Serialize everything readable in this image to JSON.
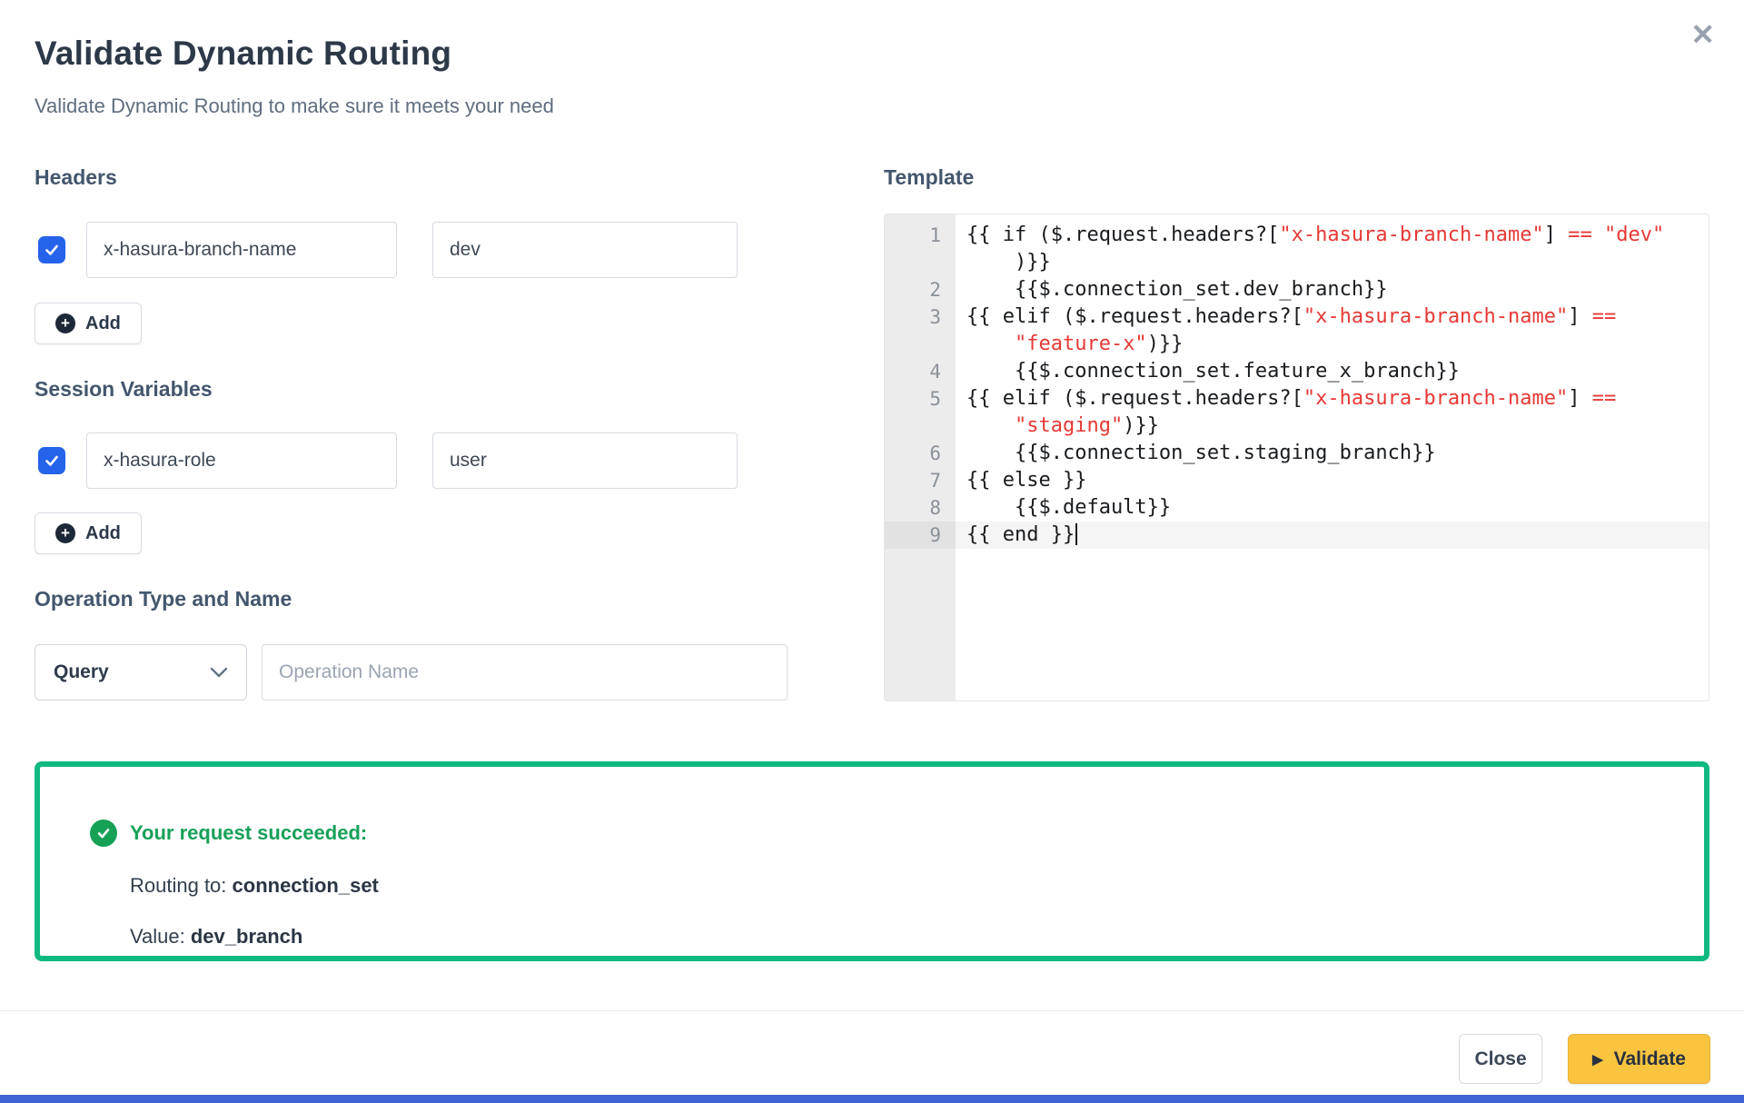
{
  "modal": {
    "title": "Validate Dynamic Routing",
    "subtitle": "Validate Dynamic Routing to make sure it meets your need",
    "close_glyph": "✕"
  },
  "headers": {
    "label": "Headers",
    "add_label": "Add",
    "rows": [
      {
        "checked": true,
        "key": "x-hasura-branch-name",
        "value": "dev"
      }
    ]
  },
  "session_variables": {
    "label": "Session Variables",
    "add_label": "Add",
    "rows": [
      {
        "checked": true,
        "key": "x-hasura-role",
        "value": "user"
      }
    ]
  },
  "operation": {
    "label": "Operation Type and Name",
    "type_value": "Query",
    "name_placeholder": "Operation Name",
    "name_value": ""
  },
  "template": {
    "label": "Template",
    "rows": [
      {
        "num": "1",
        "segments": [
          {
            "t": "{{ if ($.request.headers?["
          },
          {
            "t": "\"x-hasura-branch-name\"",
            "c": "r"
          },
          {
            "t": "] "
          },
          {
            "t": "==",
            "c": "r"
          },
          {
            "t": " "
          },
          {
            "t": "\"dev\"",
            "c": "r"
          }
        ]
      },
      {
        "num": "",
        "segments": [
          {
            "t": "    )}}"
          }
        ]
      },
      {
        "num": "2",
        "segments": [
          {
            "t": "    {{$.connection_set.dev_branch}}"
          }
        ]
      },
      {
        "num": "3",
        "segments": [
          {
            "t": "{{ elif ($.request.headers?["
          },
          {
            "t": "\"x-hasura-branch-name\"",
            "c": "r"
          },
          {
            "t": "] "
          },
          {
            "t": "==",
            "c": "r"
          }
        ]
      },
      {
        "num": "",
        "segments": [
          {
            "t": "    "
          },
          {
            "t": "\"feature-x\"",
            "c": "r"
          },
          {
            "t": ")}}"
          }
        ]
      },
      {
        "num": "4",
        "segments": [
          {
            "t": "    {{$.connection_set.feature_x_branch}}"
          }
        ]
      },
      {
        "num": "5",
        "segments": [
          {
            "t": "{{ elif ($.request.headers?["
          },
          {
            "t": "\"x-hasura-branch-name\"",
            "c": "r"
          },
          {
            "t": "] "
          },
          {
            "t": "==",
            "c": "r"
          }
        ]
      },
      {
        "num": "",
        "segments": [
          {
            "t": "    "
          },
          {
            "t": "\"staging\"",
            "c": "r"
          },
          {
            "t": ")}}"
          }
        ]
      },
      {
        "num": "6",
        "segments": [
          {
            "t": "    {{$.connection_set.staging_branch}}"
          }
        ]
      },
      {
        "num": "7",
        "segments": [
          {
            "t": "{{ else }}"
          }
        ]
      },
      {
        "num": "8",
        "segments": [
          {
            "t": "    {{$.default}}"
          }
        ]
      },
      {
        "num": "9",
        "hl": true,
        "cursor": true,
        "segments": [
          {
            "t": "{{ end }}"
          }
        ]
      }
    ]
  },
  "result": {
    "status_text": "Your request succeeded:",
    "routing_label": "Routing to: ",
    "routing_value": "connection_set",
    "value_label": "Value: ",
    "value_value": "dev_branch"
  },
  "footer": {
    "close_label": "Close",
    "validate_label": "Validate",
    "play_glyph": "▶"
  },
  "colors": {
    "accent_blue": "#2563eb",
    "success_green": "#10b981",
    "success_text_green": "#17a157",
    "validate_amber": "#f9c440",
    "code_string_red": "#e53935",
    "bottom_bar_blue": "#3d63d2"
  }
}
